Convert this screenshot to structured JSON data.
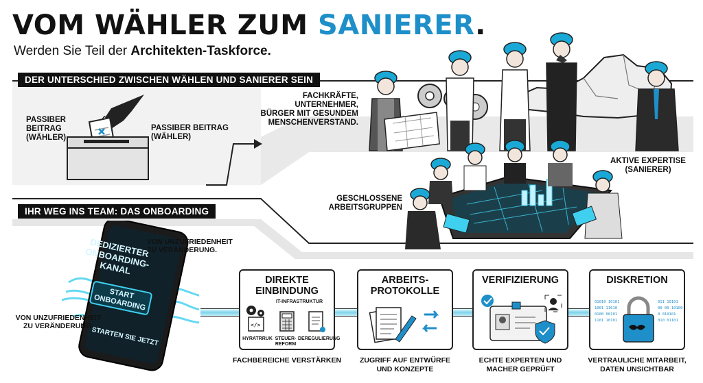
{
  "header": {
    "title_main": "VOM WÄHLER ZUM ",
    "title_accent": "SANIERER",
    "title_dot": ".",
    "subtitle_lead": "Werden Sie Teil der ",
    "subtitle_bold": "Architekten-Taskforce."
  },
  "section1": {
    "banner": "DER UNTERSCHIED ZWISCHEN WÄHLEN UND SANIERER SEIN",
    "passive_left": "PASSIBER\nBEITRAG\n(WÄHLER)",
    "passive_right": "PASSIBER BEITRAG\n(WÄHLER)",
    "workers_label": "FACHKRÄFTE,\nUNTERNEHMER,\nBÜRGER MIT GESUNDEM\nMENSCHENVERSTAND.",
    "active_label": "AKTIVE EXPERTISE\n(SANIERER)",
    "groups_label": "GESCHLOSSENE\nARBEITSGRUPPEN"
  },
  "section2": {
    "banner": "IHR WEG INS TEAM: DAS ONBOARDING",
    "phone_heading": "DEDIZIERTER\nONBOARDING-\nKANAL",
    "phone_button": "START\nONBOARDING",
    "phone_footer": "STARTEN SIE JETZT",
    "note_top": "VON UNZUFRIEDENHEIT\nZU VERÄNDERUNG.",
    "note_left": "VON UNZUFRIEDENHEIT\nZU VERÄNDERUNG."
  },
  "steps": [
    {
      "title": "DIREKTE\nEINBINDUNG",
      "caption": "FACHBEREICHE VERSTÄRKEN",
      "sub_header": "IT-INFRASTRUKTUR",
      "icons": [
        "HYRATRRUK",
        "STEUER-\nREFORM",
        "DEREGULIERUNG"
      ]
    },
    {
      "title": "ARBEITS-\nPROTOKOLLE",
      "caption": "ZUGRIFF AUF ENTWÜRFE\nUND KONZEPTE"
    },
    {
      "title": "VERIFIZIERUNG",
      "caption": "ECHTE EXPERTEN UND\nMACHER GEPRÜFT"
    },
    {
      "title": "DISKRETION",
      "caption": "VERTRAULICHE MITARBEIT,\nDATEN UNSICHTBAR",
      "binary_left": [
        "01010 10101",
        "1001 11010",
        "0100 00101",
        "1101 10101"
      ],
      "binary_right": [
        "011 10101",
        "00 00 10100",
        "0 010101",
        "010 01101"
      ]
    }
  ],
  "colors": {
    "accent": "#1e8fc9",
    "cyan": "#3fd0f0",
    "helmet": "#1aa9d6",
    "dark": "#111111"
  }
}
